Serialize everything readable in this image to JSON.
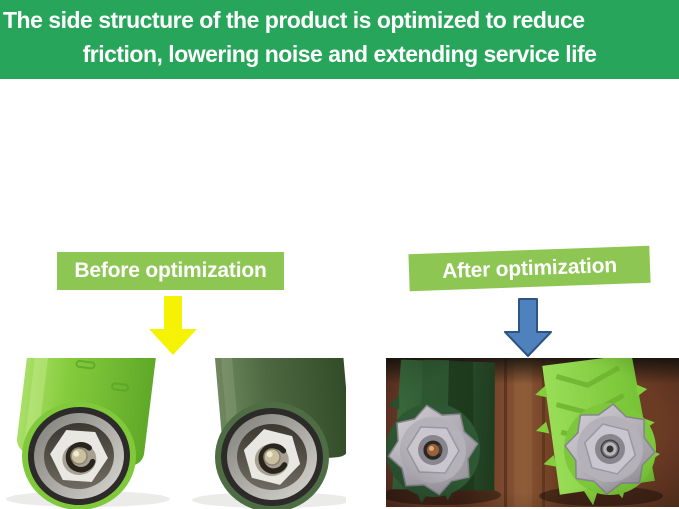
{
  "banner": {
    "line1": "The side structure of the product is optimized to reduce",
    "line2": "friction, lowering noise and extending service life",
    "background_color": "#27a55b",
    "text_color": "#ffffff"
  },
  "comparison": {
    "before_label": "Before optimization",
    "after_label": "After optimization",
    "label_background_color": "#8dc653",
    "label_text_color": "#ffffff",
    "before_arrow_color": "#f5f303",
    "after_arrow_fill_color": "#4f81bd",
    "after_arrow_border_color": "#2c5584"
  }
}
